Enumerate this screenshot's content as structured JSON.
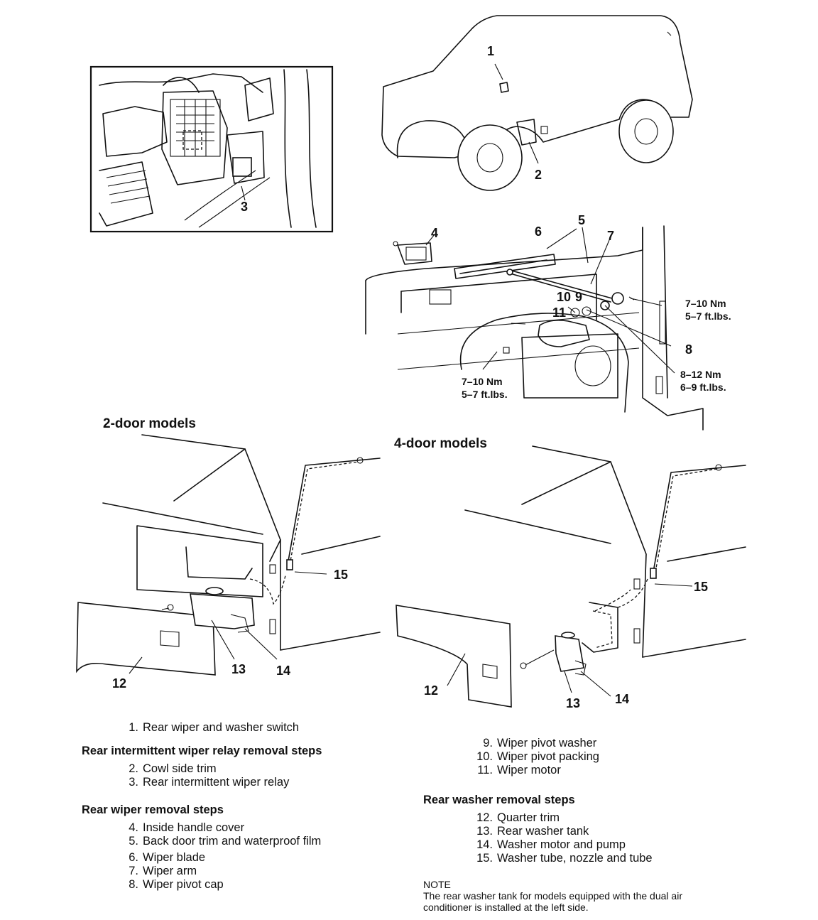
{
  "callouts": {
    "c1": "1",
    "c2": "2",
    "c3": "3",
    "c4": "4",
    "c5": "5",
    "c6": "6",
    "c7": "7",
    "c8": "8",
    "c9": "9",
    "c10": "10",
    "c11": "11",
    "c12a": "12",
    "c13a": "13",
    "c14a": "14",
    "c15a": "15",
    "c12b": "12",
    "c13b": "13",
    "c14b": "14",
    "c15b": "15"
  },
  "torque": {
    "pivot_nm": "7–10 Nm",
    "pivot_ft": "5–7 ft.lbs.",
    "motor_nm": "7–10 Nm",
    "motor_ft": "5–7 ft.lbs.",
    "nut_nm": "8–12 Nm",
    "nut_ft": "6–9 ft.lbs."
  },
  "section_labels": {
    "two_door": "2-door models",
    "four_door": "4-door models"
  },
  "legend_left": {
    "item1": {
      "num": "1.",
      "text": "Rear wiper and washer switch"
    },
    "relay_heading": "Rear intermittent wiper relay removal steps",
    "relay_steps": [
      {
        "num": "2.",
        "text": "Cowl side trim"
      },
      {
        "num": "3.",
        "text": "Rear intermittent wiper relay"
      }
    ],
    "wiper_heading": "Rear wiper removal steps",
    "wiper_steps": [
      {
        "num": "4.",
        "text": "Inside handle cover"
      },
      {
        "num": "5.",
        "text": "Back door trim and waterproof film"
      },
      {
        "num": "6.",
        "text": "Wiper blade"
      },
      {
        "num": "7.",
        "text": "Wiper arm"
      },
      {
        "num": "8.",
        "text": "Wiper pivot cap"
      }
    ]
  },
  "legend_right": {
    "wiper_steps_cont": [
      {
        "num": "9.",
        "text": "Wiper pivot washer"
      },
      {
        "num": "10.",
        "text": "Wiper pivot packing"
      },
      {
        "num": "11.",
        "text": "Wiper motor"
      }
    ],
    "washer_heading": "Rear washer removal steps",
    "washer_steps": [
      {
        "num": "12.",
        "text": "Quarter trim"
      },
      {
        "num": "13.",
        "text": "Rear washer tank"
      },
      {
        "num": "14.",
        "text": "Washer motor and pump"
      },
      {
        "num": "15.",
        "text": "Washer tube, nozzle and tube"
      }
    ]
  },
  "note": {
    "title": "NOTE",
    "text": "The rear washer tank for models equipped with the dual air conditioner is installed at the left side."
  }
}
